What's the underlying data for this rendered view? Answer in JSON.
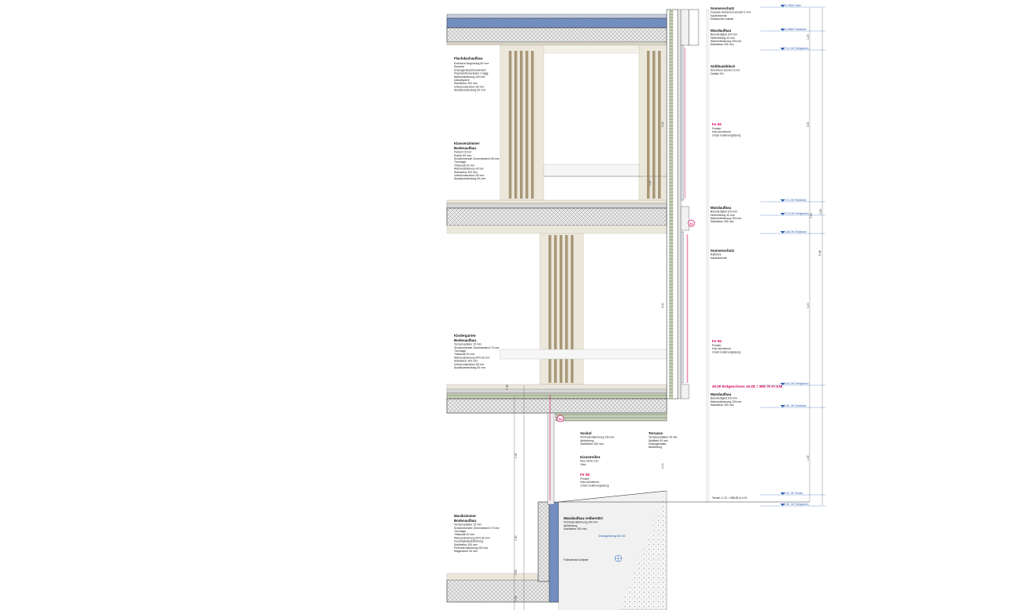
{
  "rooms": {
    "kls": {
      "title": "Klassenzimmer",
      "block_title": "Bodenaufbau",
      "lines": [
        "Parkett 15 mm",
        "Estrich 60 mm",
        "Schwimmender Zementestrich 60 mm",
        "Trennlage",
        "Trittschall 20 mm",
        "Wärmedämmung 40 mm",
        "Stahlbeton 300 mm",
        "Unterkonstruktion 35 mm",
        "Akustikverkleidung 50 mm"
      ]
    },
    "kin": {
      "title": "Kindergarten",
      "block_title": "Bodenaufbau",
      "lines": [
        "Terrazzoplatten 15 mm",
        "Schwimmender Zementestrich 70 mm",
        "Trennlage",
        "Trittschall 20 mm",
        "Wärmedämmung EPS 30 mm",
        "Stahlbeton 300 mm",
        "Unterkonstruktion 35 mm",
        "Akustikverkleidung 50 mm"
      ]
    },
    "mus": {
      "title": "Musikzimmer",
      "block_title": "Bodenaufbau",
      "lines": [
        "Terrazzoplatten 15 mm",
        "Schwimmender Zementestrich 70 mm",
        "Trennlage",
        "Trittschall 20 mm",
        "Wärmedämmung EPS 30 mm",
        "Feuchtigkeitsabdichtung",
        "Stahlbeton 300 mm",
        "Perimeterdämmung 200 mm",
        "Magerbeton 50 mm"
      ]
    },
    "top": {
      "title": "Flachdachaufbau",
      "lines": [
        "Extensive Begrünung 80 mm",
        "Substrat",
        "Drainage/Speicherelement",
        "Polymerbitumenbahn 2-lagig",
        "Wärmedämmung 200 mm",
        "Dampfsperre",
        "Stahlbeton 300 mm",
        "Unterkonstruktion 35 mm",
        "Akustikverkleidung 50 mm"
      ]
    }
  },
  "right_notes": [
    {
      "key": "r1",
      "title": "Sonnenschutz",
      "lines": [
        "Fassade Aluminium eloxiert 2 mm",
        "Kastenblende",
        "Elektrischer Antrieb"
      ]
    },
    {
      "key": "r2",
      "title": "Wandaufbau",
      "lines": [
        "Betonfertigteil 100 mm",
        "Hinterlüftung 40 mm",
        "Wärmedämmung 200 mm",
        "Stahlbeton 250 mm"
      ]
    },
    {
      "key": "r3",
      "title": "Sohlbankblech",
      "lines": [
        "Aluminium eloxiert 3 mm",
        "Gefälle 3%"
      ]
    },
    {
      "key": "r4",
      "title": "Wandaufbau",
      "lines": [
        "Betonfertigteil 100 mm",
        "Hinterlüftung 40 mm",
        "Wärmedämmung 200 mm",
        "Stahlbeton 250 mm"
      ]
    },
    {
      "key": "r5",
      "title": "Sonnenschutz",
      "lines": [
        "Raffstore",
        "Kastenblende"
      ]
    },
    {
      "key": "r6",
      "title": "Wandaufbau",
      "lines": [
        "Betonfertigteil 100 mm",
        "Wärmedämmung 200 mm",
        "Stahlbeton 250 mm"
      ]
    }
  ],
  "fenster_labels": [
    "Fe 06",
    "Fe 06",
    "Fe 06"
  ],
  "fenster_lines": [
    "Fenster",
    "Holz-Aluminium",
    "3-fach Isolierverglasung"
  ],
  "bottom_notes": [
    {
      "key": "b1",
      "title": "Sockel",
      "lines": [
        "Perimeterdämmung 100 mm",
        "Abdichtung",
        "Stahlbeton 300 mm"
      ]
    },
    {
      "key": "b2",
      "title": "Terrasse",
      "lines": [
        "Terrassenplatten 40 mm",
        "Splittbett 40 mm",
        "Drainagematte",
        "Abdichtung"
      ]
    },
    {
      "key": "b3",
      "title": "Kiesstreifen",
      "lines": [
        "Kies 16/32 mm",
        "Vlies"
      ]
    },
    {
      "key": "b4",
      "title": "Wandaufbau erdberührt",
      "lines": [
        "Perimeterdämmung 200 mm",
        "Abdichtung",
        "Stahlbeton 300 mm"
      ]
    }
  ],
  "ground_note": "Füllmaterial Gelände",
  "drain_note": "Drainageleitung DN 100",
  "entrance_label": "±0.00 Erdgeschoss ±0.00 = 560.75 m ü.M.",
  "terrain_label": "Terrain -2.10 = 558.65 m ü.M.",
  "level_markers": [
    {
      "label": "+11.08",
      "tag": "OK Dach"
    },
    {
      "label": "+10.68",
      "tag": "OK Rohdecke"
    },
    {
      "label": "+7.41",
      "tag": "OK Fertigboden"
    },
    {
      "label": "+7.21",
      "tag": "OK Rohdecke"
    },
    {
      "label": "+3.73",
      "tag": "OK Fertigboden"
    },
    {
      "label": "+3.38",
      "tag": "OK Rohdecke"
    },
    {
      "label": "±0.00",
      "tag": "OK Fertigboden"
    },
    {
      "label": "-0.35",
      "tag": "OK Rohdecke"
    },
    {
      "label": "-2.10",
      "tag": "OK Terrain"
    },
    {
      "label": "-2.30",
      "tag": "OK Fertigboden"
    }
  ],
  "dims": [
    "3.30",
    "3.30",
    "3.00",
    "3.30",
    "1.40",
    "3.29",
    "3.00",
    "1.20",
    "7.34",
    "6.48"
  ],
  "small_dims": [
    "0.45",
    "0.40",
    "0.40",
    "0.65",
    "0.55",
    "0.20"
  ],
  "colors": {
    "accent_red": "#d6005a",
    "blue": "#2a5db0",
    "hatch": "#9a9a9a",
    "beige": "#e9e3d6",
    "wood": "#a89878",
    "insulation": "#a9b89a"
  }
}
